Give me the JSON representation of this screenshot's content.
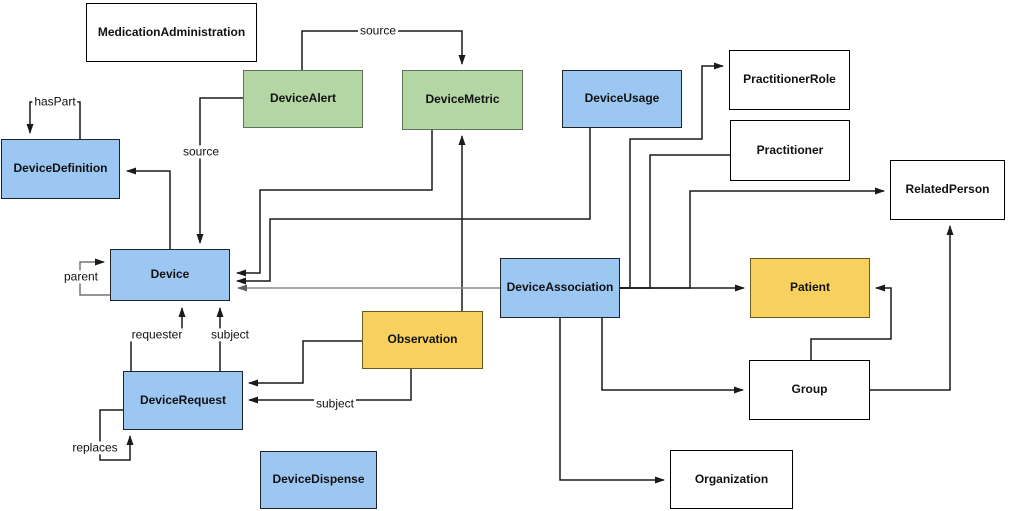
{
  "diagram": {
    "palette": {
      "blue": "#9cc7f3",
      "blue_stroke": "#1f2329",
      "green": "#b3d6a4",
      "green_stroke": "#5f7355",
      "yellow": "#f8d05e",
      "yellow_stroke": "#6b5a1e",
      "white": "#ffffff",
      "white_stroke": "#000000",
      "edge": "#1a1a1a",
      "edge_muted": "#8c8c8c"
    },
    "nodes": {
      "medication_administration": {
        "label": "MedicationAdministration"
      },
      "device_alert": {
        "label": "DeviceAlert"
      },
      "device_metric": {
        "label": "DeviceMetric"
      },
      "device_usage": {
        "label": "DeviceUsage"
      },
      "practitioner_role": {
        "label": "PractitionerRole"
      },
      "practitioner": {
        "label": "Practitioner"
      },
      "related_person": {
        "label": "RelatedPerson"
      },
      "device_definition": {
        "label": "DeviceDefinition"
      },
      "device": {
        "label": "Device"
      },
      "device_association": {
        "label": "DeviceAssociation"
      },
      "patient": {
        "label": "Patient"
      },
      "observation": {
        "label": "Observation"
      },
      "device_request": {
        "label": "DeviceRequest"
      },
      "group": {
        "label": "Group"
      },
      "device_dispense": {
        "label": "DeviceDispense"
      },
      "organization": {
        "label": "Organization"
      }
    },
    "edge_labels": {
      "has_part": "hasPart",
      "source_alert_metric": "source",
      "source_alert_device": "source",
      "parent": "parent",
      "requester": "requester",
      "subject_request": "subject",
      "subject_observation": "subject",
      "replaces": "replaces"
    }
  }
}
